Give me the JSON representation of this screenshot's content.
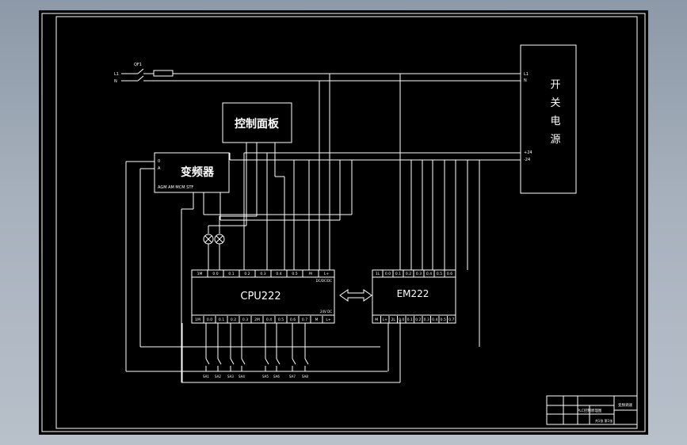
{
  "colors": {
    "background": "#000000",
    "line": "#ffffff",
    "window_gradient": "#a7b1bd"
  },
  "supply": {
    "line_label": "L1",
    "neutral_label": "N",
    "breaker_label": "QF1"
  },
  "power_supply": {
    "name_chars": [
      "开",
      "关",
      "电",
      "源"
    ],
    "input_labels": [
      "L1",
      "N"
    ],
    "output_labels": [
      "+24",
      "-24"
    ]
  },
  "control_panel": {
    "title": "控制面板"
  },
  "inverter": {
    "title": "变频器",
    "side_labels": [
      "0",
      "A"
    ],
    "terminals": "AGM AM MCM STF"
  },
  "cpu": {
    "title": "CPU222",
    "top_terminals": [
      "1M",
      "0.0",
      "0.1",
      "0.2",
      "0.3",
      "0.4",
      "0.5",
      "M",
      "L+"
    ],
    "top_tag": "DC/DC/DC",
    "bottom_terminals": [
      "1M",
      "0.0",
      "0.1",
      "0.2",
      "0.3",
      "2M",
      "0.4",
      "0.5",
      "0.6",
      "0.7",
      "M",
      "L+"
    ],
    "bottom_tag": "24V DC"
  },
  "em": {
    "title": "EM222",
    "top_terminals": [
      "1L",
      "0.0",
      "0.1",
      "0.2",
      "0.3",
      "0.4",
      "0.5",
      "0.6"
    ],
    "bottom_terminals": [
      "M",
      "L+",
      "2L",
      "0.0",
      "0.1",
      "0.2",
      "0.3",
      "0.4",
      "0.5",
      "0.7"
    ]
  },
  "switch_labels": [
    "SA1",
    "SA2",
    "SA3",
    "SA4",
    "SA5",
    "SA6",
    "SA7",
    "SA8"
  ],
  "title_block": {
    "drawing_name": "PLC控制原理图",
    "label_right": "变频调速",
    "sheet": "共1张 第1张"
  }
}
